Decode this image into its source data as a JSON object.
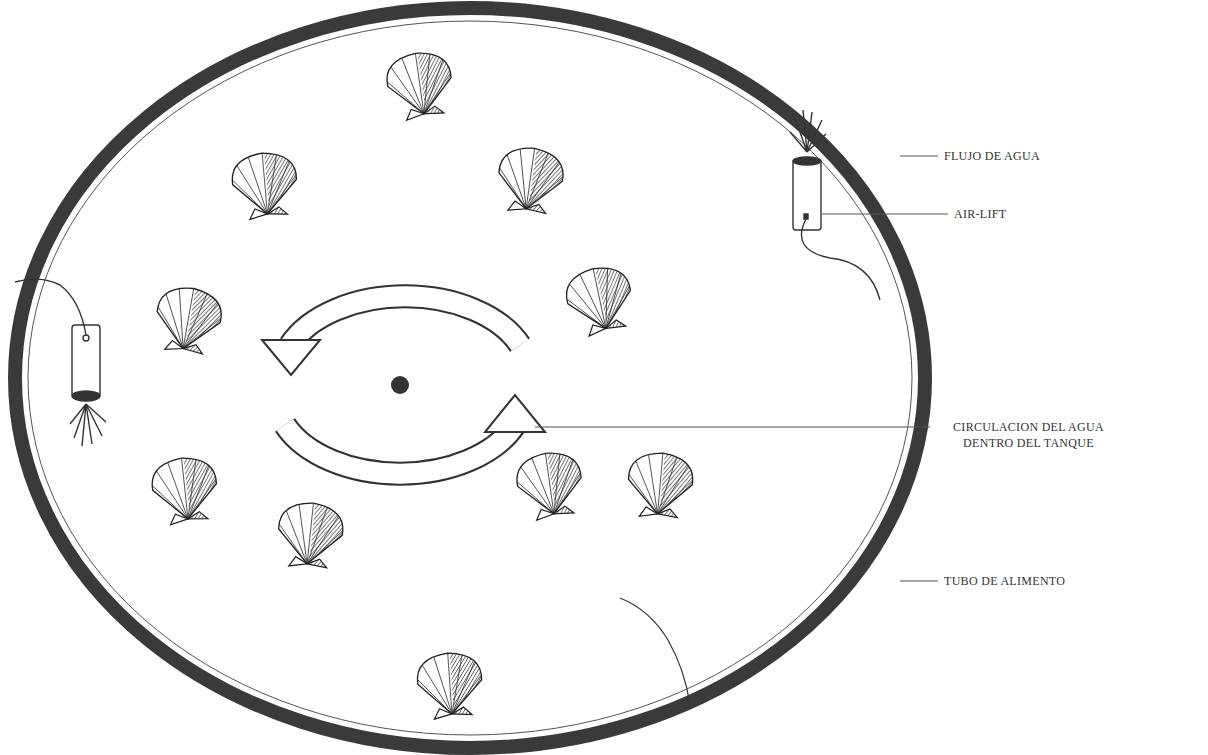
{
  "diagram": {
    "labels": [
      "FLUJO DE AGUA",
      "AIR-LIFT",
      "CIRCULACION DEL AGUA DENTRO DEL TANQUE",
      "TUBO DE ALIMENTO"
    ]
  }
}
